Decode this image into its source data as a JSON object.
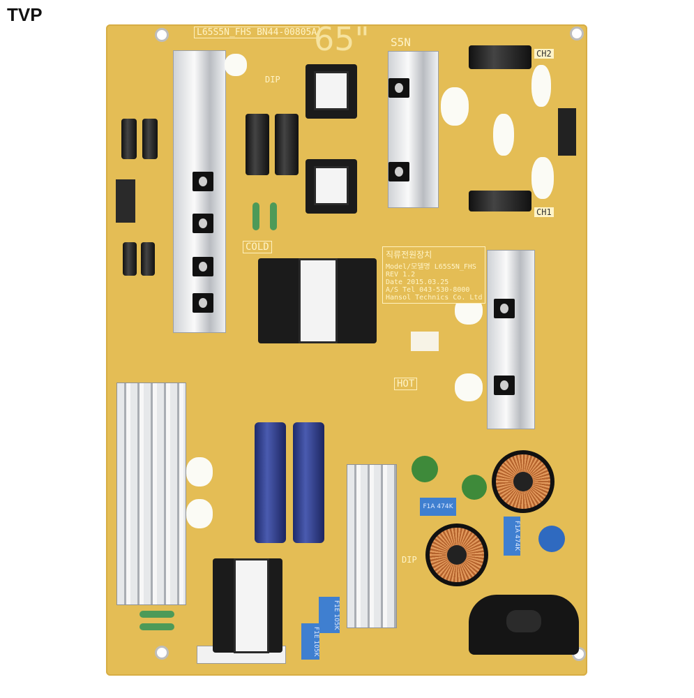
{
  "watermark": "TVP",
  "board": {
    "model_label": "L65S5N_FHS BN44-00805A",
    "size_label": "65\"",
    "series_label": "S5N",
    "cold_label": "COLD",
    "hot_label": "HOT",
    "ch1_label": "CH1",
    "ch2_label": "CH2",
    "dip_label": "DIP",
    "info_block": [
      "직류전원장치",
      "Model/모델명 L65S5N_FHS",
      "REV  1.2",
      "Date  2015.03.25",
      "A/S Tel 043-530-8000",
      "Hansol Technics Co. Ltd"
    ],
    "film_cap_labels": [
      "F1A 474K",
      "F1A 474K",
      "F1E 105K",
      "F1E 105K"
    ],
    "colors": {
      "pcb": "#e4bd55",
      "silkscreen": "#fff4c8",
      "heatsink": "#d8dadd"
    }
  }
}
